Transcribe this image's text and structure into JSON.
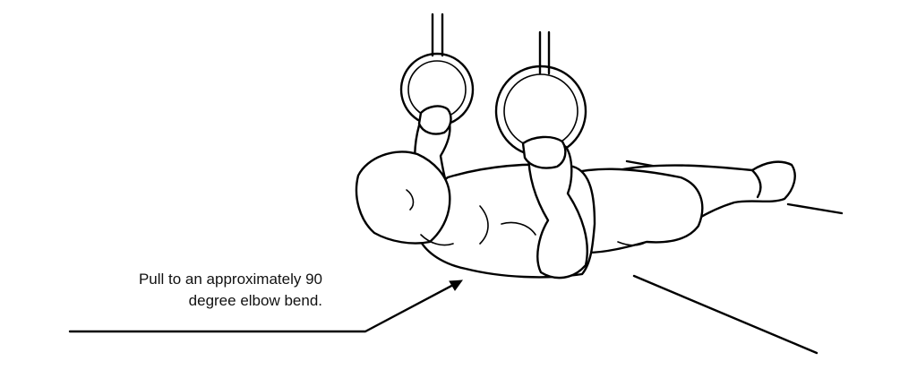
{
  "annotation": {
    "line1": "Pull to an approximately 90",
    "line2": "degree elbow bend."
  },
  "figure": {
    "subject": "person performing inverted ring row",
    "equipment": "gymnastic rings"
  },
  "colors": {
    "ink": "#000000",
    "background": "#ffffff"
  }
}
